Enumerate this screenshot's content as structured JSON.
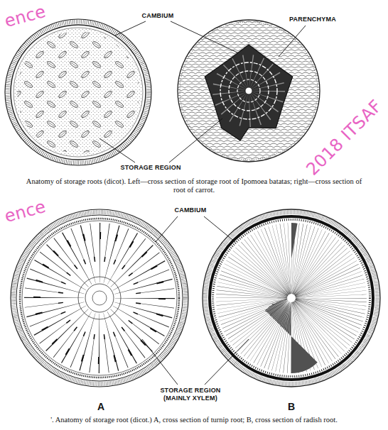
{
  "diagram": {
    "labels": [
      "CAMBIUM",
      "PARENCHYMA",
      "STORAGE REGION",
      "Anatomy of storage roots (dicot). Left—cross section of storage root of Ipomoea batatas; right—cross section of root of carrot.",
      "CAMBIUM",
      "STORAGE REGION (MAINLY XYLEM)",
      "A",
      "B",
      "'. Anatomy of storage root (dicot.) A, cross section of turnip root; B, cross section of radish root.",
      "ence",
      "2018 ITSAF",
      "ence"
    ]
  }
}
